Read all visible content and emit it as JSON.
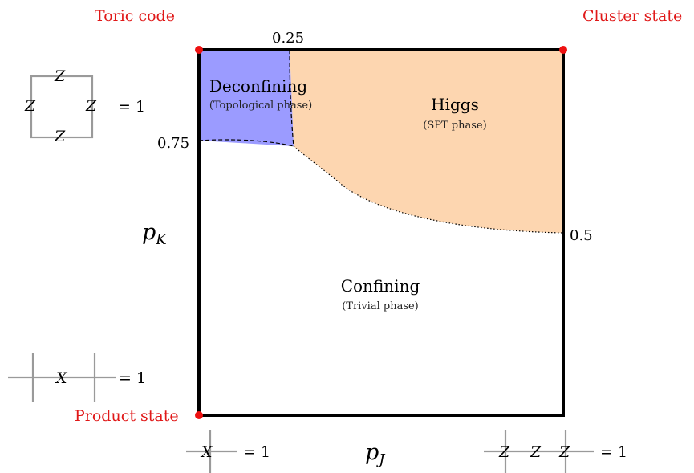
{
  "corners": {
    "top_left": "Toric code",
    "top_right": "Cluster state",
    "bottom_left": "Product state"
  },
  "boundary_values": {
    "top": "0.25",
    "left": "0.75",
    "right": "0.5"
  },
  "phases": {
    "deconfining": {
      "name": "Deconfining",
      "sub": "(Topological phase)",
      "color": "#9b9bff"
    },
    "higgs": {
      "name": "Higgs",
      "sub": "(SPT phase)",
      "color": "#fdd6b0"
    },
    "confining": {
      "name": "Confining",
      "sub": "(Trivial phase)",
      "color": "#ffffff"
    }
  },
  "axes": {
    "x": {
      "symbol": "p",
      "subscript": "J"
    },
    "y": {
      "symbol": "p",
      "subscript": "K"
    }
  },
  "stabilizers": {
    "plaquette": {
      "ops": [
        "Z",
        "Z",
        "Z",
        "Z"
      ],
      "eq": "= 1"
    },
    "star": {
      "ops": [
        "X"
      ],
      "eq": "= 1"
    },
    "bottom_left": {
      "ops": [
        "X"
      ],
      "eq": "= 1"
    },
    "bottom_right": {
      "ops": [
        "Z",
        "Z",
        "Z"
      ],
      "eq": "= 1"
    }
  },
  "colors": {
    "corner_dot": "#ee1111",
    "label": "#e01818",
    "frame": "#000000",
    "lattice": "#9a9a9a"
  }
}
